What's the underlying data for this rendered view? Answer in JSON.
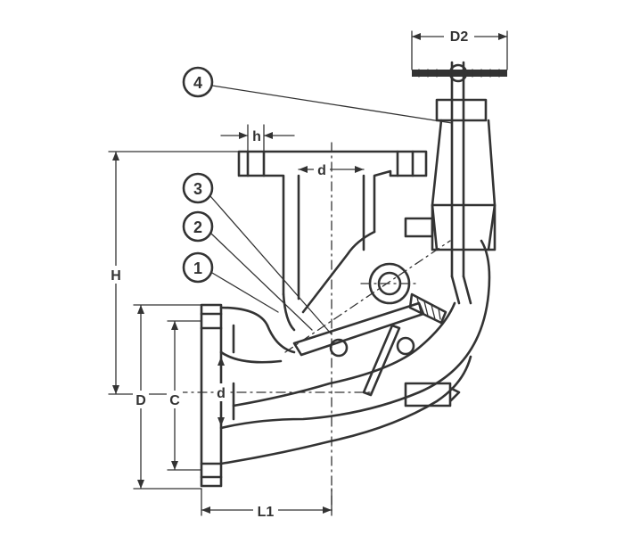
{
  "dimensions": {
    "D2": "D2",
    "h": "h",
    "d_top": "d",
    "H": "H",
    "D": "D",
    "C": "C",
    "d_side": "d",
    "L1": "L1"
  },
  "callouts": [
    {
      "number": "4"
    },
    {
      "number": "3"
    },
    {
      "number": "2"
    },
    {
      "number": "1"
    }
  ],
  "colors": {
    "line": "#333333",
    "background": "#ffffff"
  }
}
